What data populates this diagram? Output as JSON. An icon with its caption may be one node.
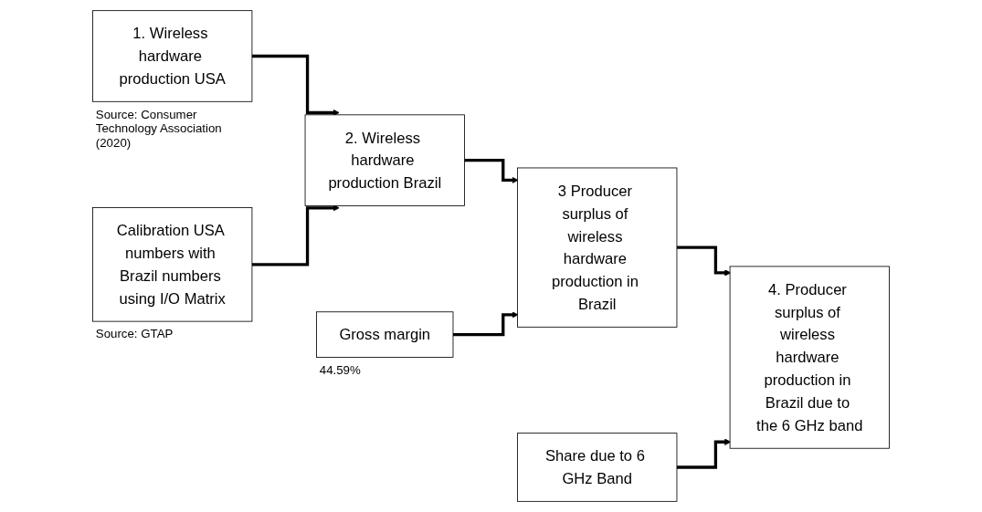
{
  "diagram": {
    "nodes": [
      {
        "text": [
          "1. Wireless hardware production USA"
        ],
        "beside": [
          "Source: Consumer Technology Association (2020)"
        ]
      },
      {
        "text": [
          "2. Wireless hardware production Brazil"
        ]
      },
      {
        "text": [
          "3 Producer surplus of wireless hardware production in Brazil"
        ]
      },
      {
        "text": [
          "4. Producer surplus of wireless hardware production in Brazil due to the 6 GHz band"
        ]
      },
      {
        "text": [
          "Gross margin"
        ],
        "beside": [
          "44.59%"
        ]
      },
      {
        "text": [
          "Share due to 6 GHz Band"
        ]
      },
      {
        "text": [
          "Calibration USA numbers with Brazil numbers using I/O Matrix"
        ],
        "beside": [
          "Source: GTAP"
        ]
      }
    ],
    "edges": [
      {
        "from": 0,
        "to": 1,
        "arrow": "to"
      },
      {
        "from": 6,
        "to": 1,
        "arrow": "to"
      },
      {
        "from": 1,
        "to": 2,
        "arrow": "to"
      },
      {
        "from": 4,
        "to": 2,
        "arrow": "to"
      },
      {
        "from": 2,
        "to": 3,
        "arrow": "to"
      },
      {
        "from": 5,
        "to": 3,
        "arrow": "to"
      }
    ]
  }
}
